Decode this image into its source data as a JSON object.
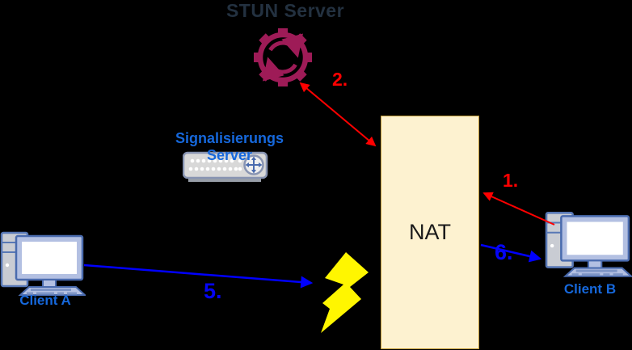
{
  "diagram": {
    "title": "STUN Server",
    "labels": {
      "signaling_server": "Signalisierungs Server",
      "nat": "NAT",
      "client_a": "Client A",
      "client_b": "Client B"
    },
    "steps": {
      "s1": {
        "label": "1.",
        "color": "#FF0000",
        "from": "Client B",
        "to": "NAT"
      },
      "s2": {
        "label": "2.",
        "color": "#FF0000",
        "from": "NAT",
        "to": "STUN Server",
        "bidirectional": true
      },
      "s5": {
        "label": "5.",
        "color": "#0505F5",
        "from": "Client A",
        "to": "blocked at NAT"
      },
      "s6": {
        "label": "6.",
        "color": "#0505F5",
        "from": "NAT",
        "to": "Client B"
      }
    },
    "icons": {
      "stun_server": "gear-sync-icon",
      "signaling_server": "rack-server-icon",
      "client_a": "desktop-computer-icon",
      "client_b": "desktop-computer-icon",
      "blocked": "lightning-bolt-icon"
    },
    "colors": {
      "background": "#000000",
      "title_text": "#233140",
      "gear_icon": "#9E1B57",
      "red_arrow": "#FF0000",
      "blue_arrow": "#0000FF",
      "blue_step_label": "#0505F5",
      "entity_label_blue": "#1668DC",
      "nat_fill": "#FDF2D0",
      "nat_border": "#C09A36",
      "lightning": "#FFF600",
      "computer_outline": "#4A6BAE",
      "computer_fill": "#B3C0E2"
    }
  }
}
